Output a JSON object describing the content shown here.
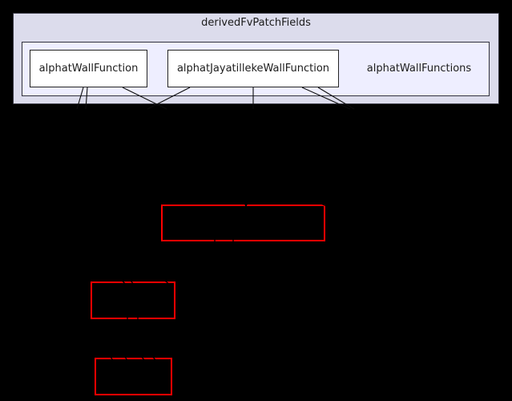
{
  "graph": {
    "outer_label": "derivedFvPatchFields",
    "inner_label": "alphatWallFunctions",
    "nodes": [
      {
        "label": "alphatWallFunction"
      },
      {
        "label": "alphatJayatillekeWallFunction"
      }
    ],
    "colors": {
      "background": "#000000",
      "outer_cluster_fill": "#dcdcec",
      "inner_cluster_fill": "#eeeeff",
      "cluster_border": "#32323e",
      "node_fill": "#ffffff",
      "node_border": "#242424",
      "edge": "#0b0b0b",
      "truncated_node_border": "#ff0000",
      "text": "#1c1c1c"
    }
  }
}
